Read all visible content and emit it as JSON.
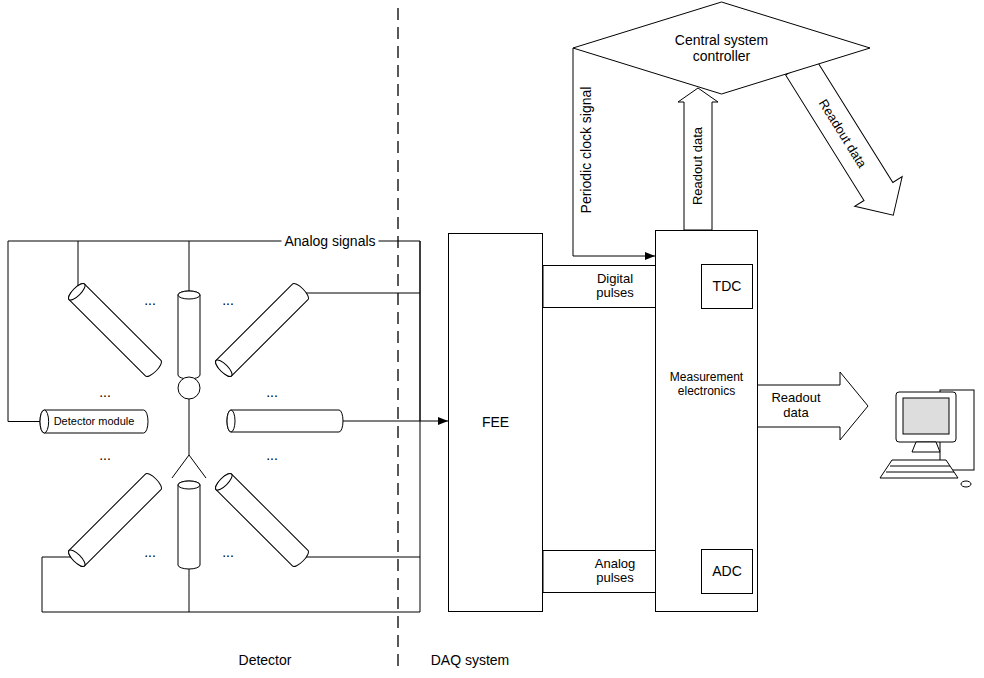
{
  "diagram": {
    "nodes": [
      {
        "text": [
          "Central system controller"
        ]
      },
      {
        "text": [
          "Detector module"
        ]
      },
      {
        "text": [
          "FEE"
        ]
      },
      {
        "text": [
          "Measurement electronics"
        ]
      },
      {
        "text": [
          "TDC"
        ],
        "in": 3
      },
      {
        "text": [
          "ADC"
        ],
        "in": 3
      }
    ],
    "edges": [
      {
        "from": 1,
        "to": 2,
        "arrow": "to",
        "label": "Analog signals"
      },
      {
        "from": 2,
        "to": 4,
        "arrow": "to",
        "label": "Digital pulses"
      },
      {
        "from": 2,
        "to": 5,
        "arrow": "to",
        "label": "Analog pulses"
      },
      {
        "from": 3,
        "to": 0,
        "arrow": "to",
        "label": "Readout data"
      },
      {
        "from": 0,
        "to": 3,
        "arrow": "to",
        "label": "Periodic clock signal"
      }
    ],
    "labels": [
      "...",
      "...",
      "...",
      "...",
      "...",
      "...",
      "...",
      "...",
      "Detector",
      "DAQ system",
      "Readout data",
      "Readout data"
    ]
  }
}
